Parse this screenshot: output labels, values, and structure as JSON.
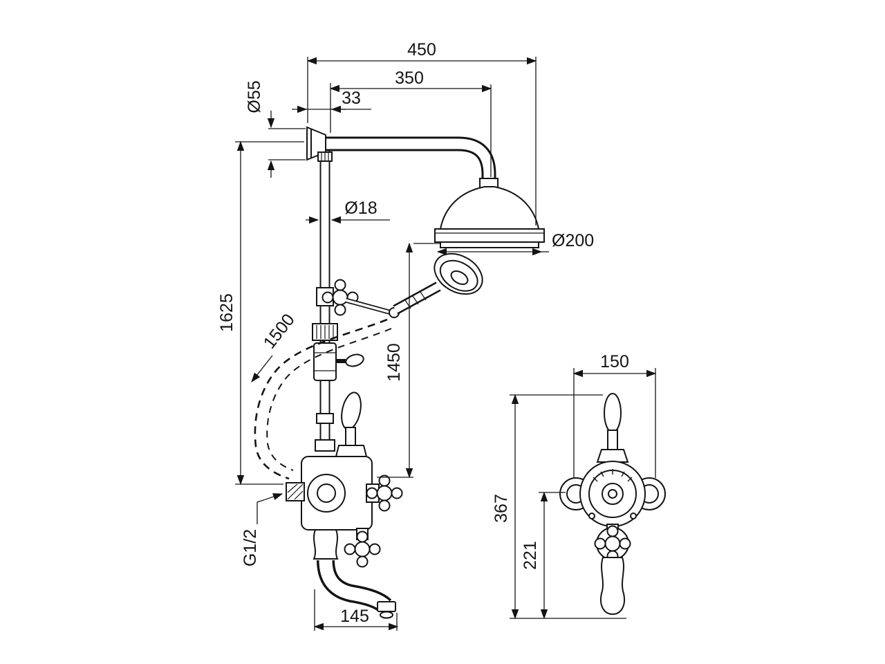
{
  "drawing": {
    "background": "#ffffff",
    "line_color": "#141414"
  },
  "dims": {
    "overall_reach": "450",
    "arm_reach": "350",
    "wall_offset": "33",
    "flange_diameter": "Ø55",
    "riser_diameter": "Ø18",
    "head_diameter": "Ø200",
    "overall_height": "1625",
    "hose_length": "1500",
    "riser_to_handset": "1450",
    "spout_reach": "145",
    "trim_width": "150",
    "trim_height": "367",
    "trim_lower_height": "221",
    "connection_thread": "G1/2"
  }
}
